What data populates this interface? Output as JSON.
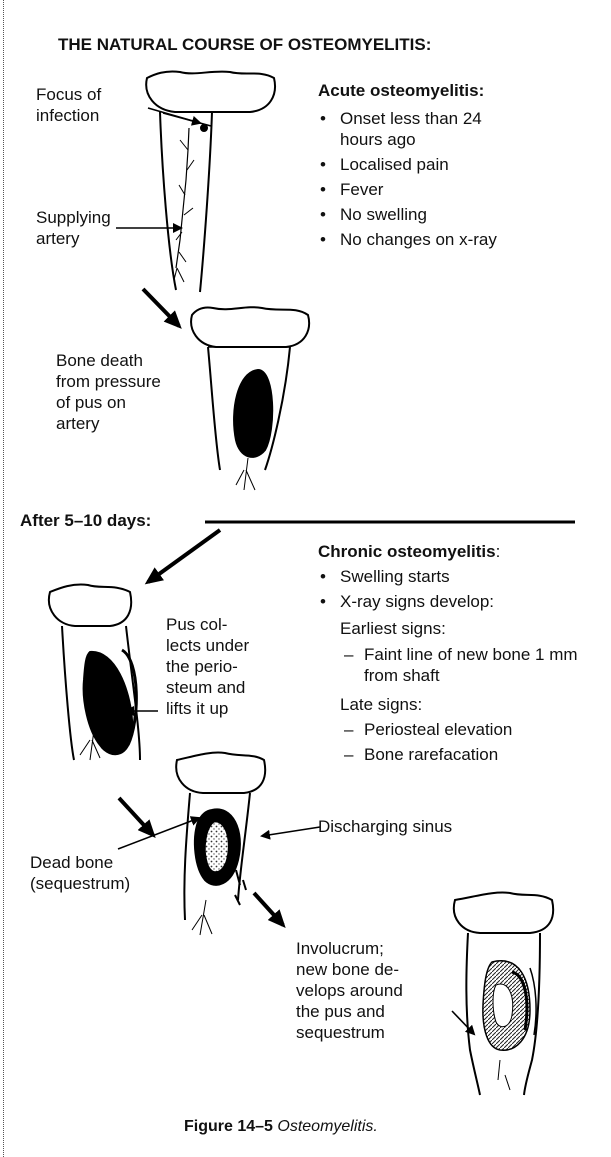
{
  "title": "THE NATURAL COURSE OF OSTEOMYELITIS:",
  "labels": {
    "focus": [
      "Focus of",
      "infection"
    ],
    "artery": [
      "Supplying",
      "artery"
    ],
    "bone_death": [
      "Bone death",
      "from pressure",
      "of pus on",
      "artery"
    ],
    "after": "After 5–10 days:",
    "pus": [
      "Pus col-",
      "lects under",
      "the perio-",
      "steum and",
      "lifts it up"
    ],
    "dead_bone": [
      "Dead bone",
      "(sequestrum)"
    ],
    "sinus": "Discharging sinus",
    "involucrum": [
      "Involucrum;",
      "new bone de-",
      "velops around",
      "the pus and",
      "sequestrum"
    ]
  },
  "acute": {
    "heading": "Acute osteomyelitis:",
    "items": [
      "Onset less than 24 hours ago",
      "Localised pain",
      "Fever",
      "No swelling",
      "No changes on x-ray"
    ]
  },
  "chronic": {
    "heading": "Chronic osteomyelitis",
    "heading_suffix": ":",
    "items": [
      "Swelling starts",
      "X-ray signs develop:"
    ],
    "earliest_label": "Earliest signs:",
    "earliest_items": [
      "Faint line of new bone 1 mm from shaft"
    ],
    "late_label": "Late signs:",
    "late_items": [
      "Periosteal elevation",
      "Bone rarefacation"
    ]
  },
  "caption": {
    "label": "Figure 14–5",
    "text": "Osteomyelitis."
  }
}
